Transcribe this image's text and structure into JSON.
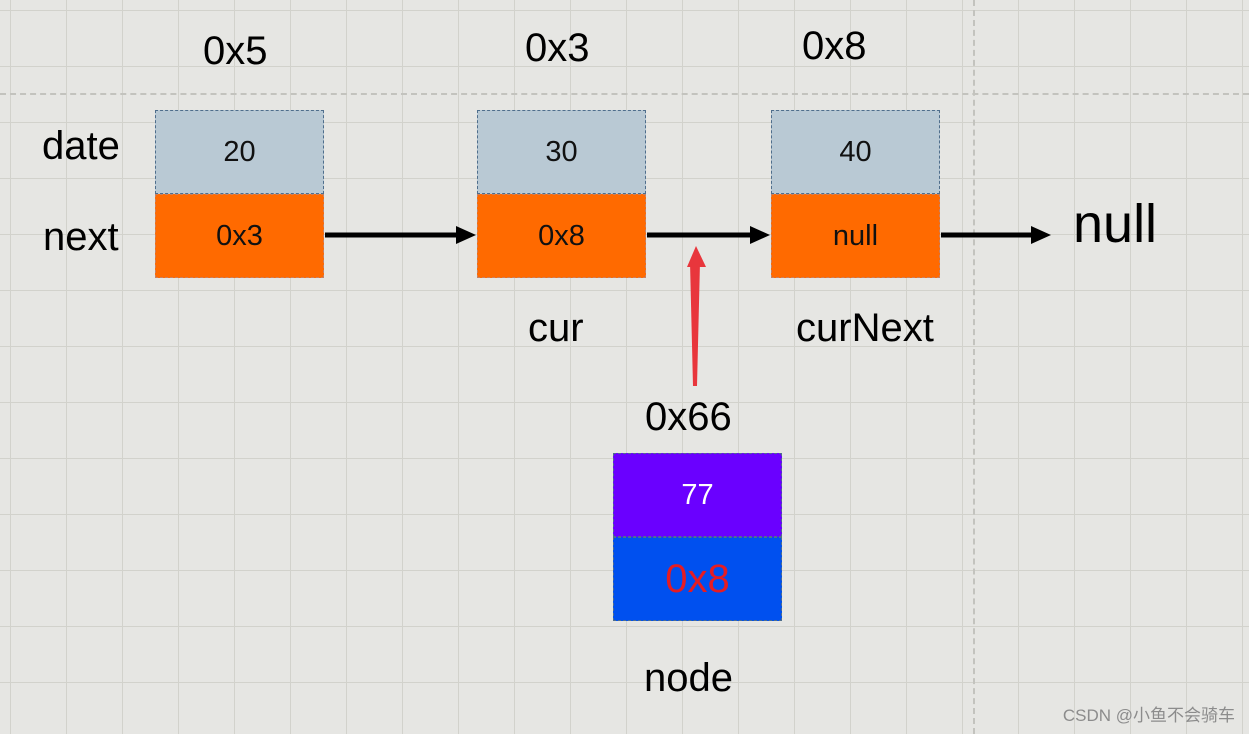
{
  "row_labels": {
    "data": "date",
    "next": "next"
  },
  "nodes": [
    {
      "address": "0x5",
      "value": "20",
      "next": "0x3"
    },
    {
      "address": "0x3",
      "value": "30",
      "next": "0x8",
      "pointer": "cur"
    },
    {
      "address": "0x8",
      "value": "40",
      "next": "null",
      "pointer": "curNext"
    }
  ],
  "terminal": "null",
  "new_node": {
    "address": "0x66",
    "value": "77",
    "next": "0x8",
    "pointer": "node"
  },
  "colors": {
    "data_cell": "#b9c9d4",
    "next_cell": "#ff6a00",
    "new_node_data": "#6a00ff",
    "new_node_next": "#0050ef",
    "new_node_next_text": "#e51c23",
    "insert_arrow": "#e8363c"
  },
  "watermark": "CSDN @小鱼不会骑车"
}
